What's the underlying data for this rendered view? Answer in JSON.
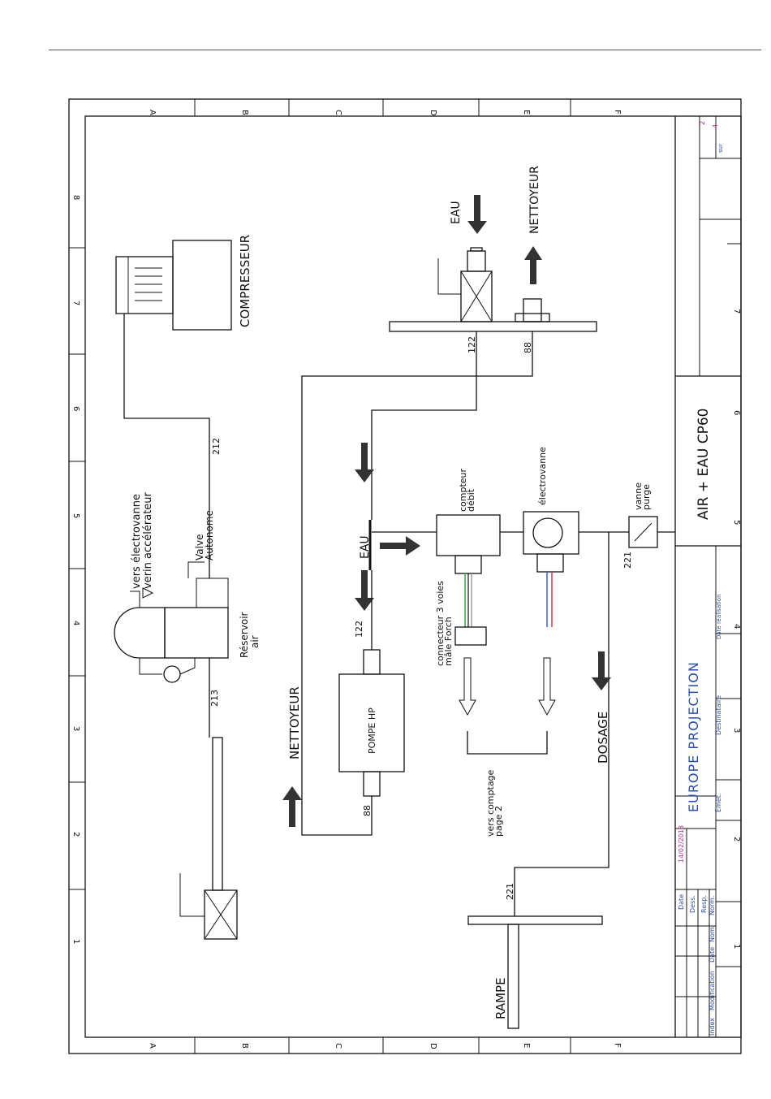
{
  "grid": {
    "top_letters": [
      "A",
      "B",
      "C",
      "D",
      "E",
      "F"
    ],
    "left_numbers": [
      "8",
      "7",
      "6",
      "5",
      "4",
      "3",
      "2",
      "1"
    ],
    "bottom_letters": [
      "A",
      "B",
      "C",
      "D",
      "E",
      "F"
    ],
    "right_numbers": [
      "7",
      "6",
      "5",
      "4",
      "3",
      "2",
      "1"
    ]
  },
  "labels": {
    "compresseur": "COMPRESSEUR",
    "eau_top": "EAU",
    "nettoyeur_top": "NETTOYEUR",
    "vers_electrovanne": "vers électrovanne",
    "verin_accelerateur": "verin accélérateur",
    "valve": "Valve",
    "autonome": "Autonome",
    "reservoir": "Réservoir",
    "air": "air",
    "nettoyeur_left": "NETTOYEUR",
    "pompe_hp": "POMPE HP",
    "eau_mid": "EAU",
    "compteur": "compteur",
    "debit": "débit",
    "electrovanne": "électrovanne",
    "vanne": "vanne",
    "purge": "purge",
    "connecteur": "connecteur 3 voies",
    "male_forch": "mâle Forch",
    "vers_comptage": "vers comptage",
    "page2": "page 2",
    "dosage": "DOSAGE",
    "rampe": "RAMPE"
  },
  "pipes": {
    "p122_top": "122",
    "p88_top": "88",
    "p212": "212",
    "p213": "213",
    "p122_pump": "122",
    "p88_pump": "88",
    "p221_right": "221",
    "p221_rampe": "221"
  },
  "title_block": {
    "sheet_no": "2",
    "sur": "sur",
    "sheet_total": "4",
    "title": "AIR + EAU CP60",
    "company": "EUROPE PROJECTION",
    "date_label": "Date",
    "date_value": "14/02/2018",
    "dess": "Dess.",
    "resp": "Resp.",
    "norm": "Norm.",
    "emet": "Émet.",
    "destinataire": "Destinataire",
    "date_realisation": "Date réalisation",
    "index": "Index",
    "modification": "Modification",
    "date_col": "Date",
    "nom_col": "Nom"
  },
  "colors": {
    "line": "#111111",
    "title_blue": "#2b4ea8",
    "date_magenta": "#b0308e",
    "wire_green": "#2e9a3a",
    "wire_red": "#cc3333",
    "wire_blue": "#3355cc"
  }
}
